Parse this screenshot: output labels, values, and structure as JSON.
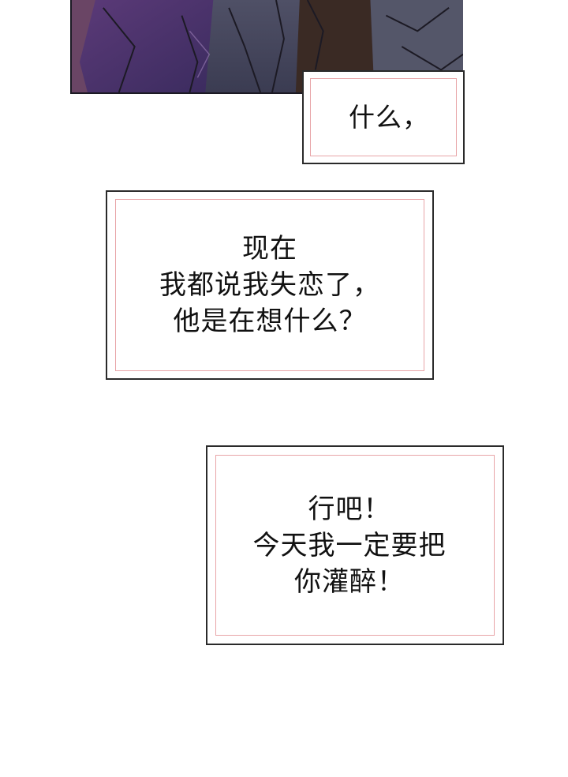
{
  "colors": {
    "caption_border": "#2a2a2a",
    "caption_inner_border": "#e8a5a8",
    "text": "#111111",
    "background": "#ffffff"
  },
  "panel": {
    "icon": "illustration-panel"
  },
  "captions": [
    {
      "lines": [
        "什么，"
      ]
    },
    {
      "lines": [
        "现在",
        "我都说我失恋了，",
        "他是在想什么？"
      ]
    },
    {
      "lines": [
        "行吧！",
        "今天我一定要把",
        "你灌醉！"
      ]
    }
  ]
}
